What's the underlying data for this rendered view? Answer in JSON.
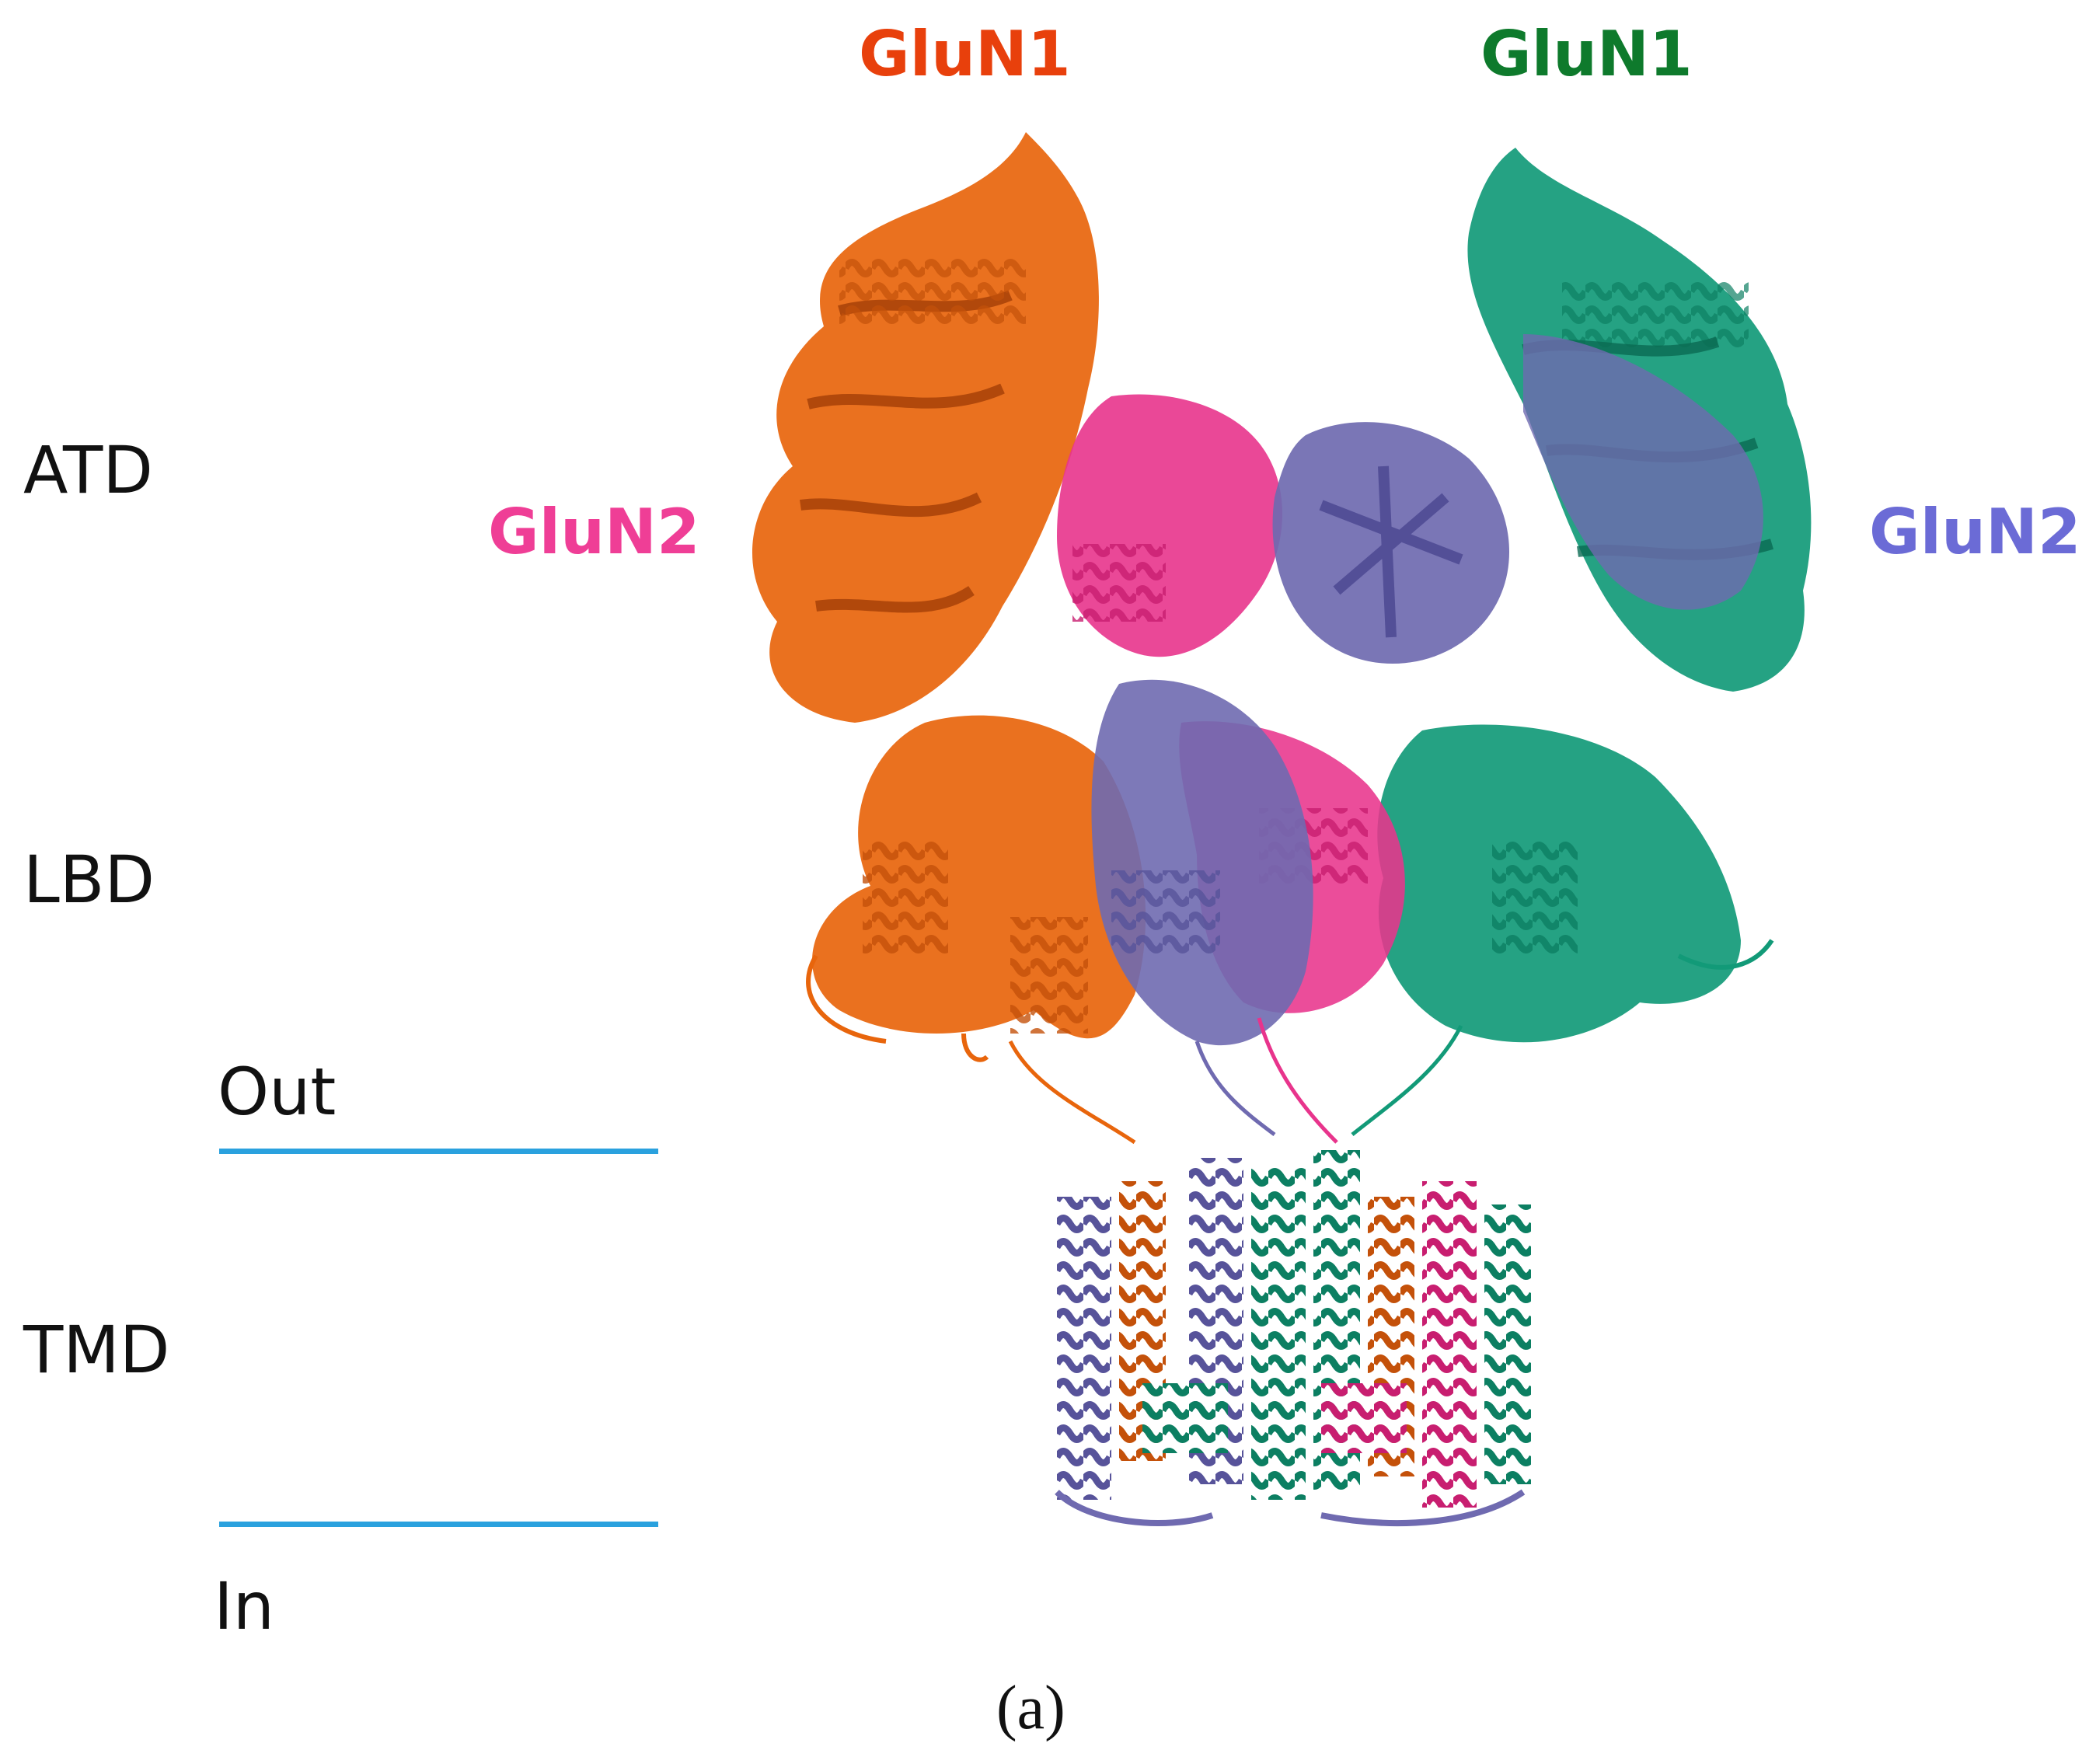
{
  "chains": [
    {
      "id": "glun1-a",
      "label": "GluN1",
      "color": "#e8400c"
    },
    {
      "id": "glun1-b",
      "label": "GluN1",
      "color": "#0e7a2c"
    },
    {
      "id": "glun2-a",
      "label": "GluN2",
      "color": "#ef3e96"
    },
    {
      "id": "glun2-b",
      "label": "GluN2",
      "color": "#6b6bd6"
    }
  ],
  "domains": {
    "atd": "ATD",
    "lbd": "LBD",
    "tmd": "TMD"
  },
  "membrane": {
    "outside": "Out",
    "inside": "In",
    "line_color": "#2aa1de"
  },
  "ribbon_colors": {
    "glun1_a": "#e8650c",
    "glun1_b": "#129a78",
    "glun2_a": "#e8348c",
    "glun2_b": "#6f6ab0"
  },
  "caption": "(a)"
}
